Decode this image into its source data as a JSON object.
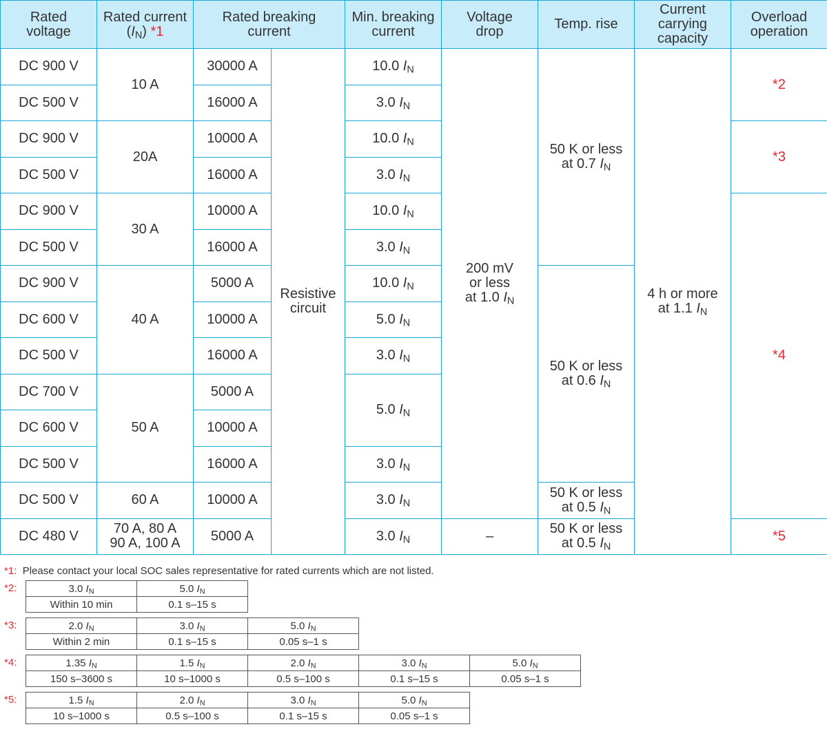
{
  "headers": {
    "rated_voltage": "Rated voltage",
    "rated_current": "Rated current",
    "rated_current_symbol": "I",
    "rated_current_sub": "N",
    "rated_current_ref": "*1",
    "breaking_current": "Rated breaking current",
    "min_breaking": "Min. breaking current",
    "voltage_drop": "Voltage drop",
    "temp_rise": "Temp. rise",
    "carrying": "Current carrying capacity",
    "overload": "Overload operation"
  },
  "rows": [
    {
      "voltage": "DC 900 V",
      "breaking": "30000 A",
      "min": "10.0"
    },
    {
      "voltage": "DC 500 V",
      "breaking": "16000 A",
      "min": "3.0"
    },
    {
      "voltage": "DC 900 V",
      "breaking": "10000 A",
      "min": "10.0"
    },
    {
      "voltage": "DC 500 V",
      "breaking": "16000 A",
      "min": "3.0"
    },
    {
      "voltage": "DC 900 V",
      "breaking": "10000 A",
      "min": "10.0"
    },
    {
      "voltage": "DC 500 V",
      "breaking": "16000 A",
      "min": "3.0"
    },
    {
      "voltage": "DC 900 V",
      "breaking": "5000 A",
      "min": "10.0"
    },
    {
      "voltage": "DC 600 V",
      "breaking": "10000 A",
      "min": "5.0"
    },
    {
      "voltage": "DC 500 V",
      "breaking": "16000 A",
      "min": "3.0"
    },
    {
      "voltage": "DC 700 V",
      "breaking": "5000 A",
      "min": "5.0"
    },
    {
      "voltage": "DC 600 V",
      "breaking": "10000 A"
    },
    {
      "voltage": "DC 500 V",
      "breaking": "16000 A",
      "min": "3.0"
    },
    {
      "voltage": "DC 500 V",
      "breaking": "10000 A",
      "min": "3.0"
    },
    {
      "voltage": "DC 480 V",
      "breaking": "5000 A",
      "min": "3.0"
    }
  ],
  "currents": {
    "c10": "10 A",
    "c20": "20A",
    "c30": "30 A",
    "c40": "40 A",
    "c50": "50 A",
    "c60": "60 A",
    "c70_line1": "70 A, 80 A",
    "c70_line2": "90 A, 100 A"
  },
  "symbol": {
    "i": "I",
    "sub": "N"
  },
  "circuit": {
    "line1": "Resistive",
    "line2": "circuit"
  },
  "voltage_drop": {
    "line1": "200 mV",
    "line2": "or less",
    "line3": "at 1.0",
    "last": "–"
  },
  "temp_rise": {
    "t07_line1": "50 K or less",
    "t07_line2": "at 0.7",
    "t06_line1": "50 K or less",
    "t06_line2": "at 0.6",
    "t05a_line1": "50 K or less",
    "t05a_line2": "at 0.5",
    "t05b_line1": "50 K or less",
    "t05b_line2": "at 0.5"
  },
  "carrying": {
    "line1": "4 h or more",
    "line2": "at 1.1"
  },
  "overload": {
    "r2": "*2",
    "r3": "*3",
    "r4": "*4",
    "r5": "*5"
  },
  "notes": {
    "n1_label": "*1:",
    "n1_text": "Please contact your local SOC sales representative for rated currents which are not listed.",
    "n2": {
      "label": "*2:",
      "heads": [
        "3.0",
        "5.0"
      ],
      "values": [
        "Within 10 min",
        "0.1 s–15 s"
      ]
    },
    "n3": {
      "label": "*3:",
      "heads": [
        "2.0",
        "3.0",
        "5.0"
      ],
      "values": [
        "Within 2 min",
        "0.1 s–15 s",
        "0.05 s–1 s"
      ]
    },
    "n4": {
      "label": "*4:",
      "heads": [
        "1.35",
        "1.5",
        "2.0",
        "3.0",
        "5.0"
      ],
      "values": [
        "150 s–3600 s",
        "10 s–1000 s",
        "0.5 s–100 s",
        "0.1 s–15 s",
        "0.05 s–1 s"
      ]
    },
    "n5": {
      "label": "*5:",
      "heads": [
        "1.5",
        "2.0",
        "3.0",
        "5.0"
      ],
      "values": [
        "10 s–1000 s",
        "0.5 s–100 s",
        "0.1 s–15 s",
        "0.05 s–1 s"
      ]
    }
  }
}
